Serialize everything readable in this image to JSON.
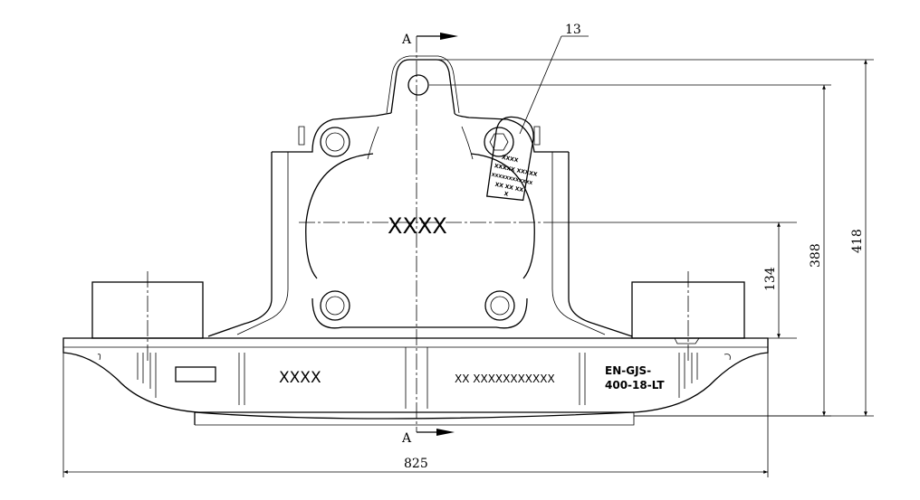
{
  "section": {
    "top_label": "A",
    "bottom_label": "A"
  },
  "callout": {
    "number": "13"
  },
  "body": {
    "center_mark": "XXXX"
  },
  "plate": {
    "line1": "XXXX",
    "line2": "XXXXX XXXXX",
    "line3": "XXXXXXXXXXXX",
    "line4": "XX XX XX",
    "line5": "X"
  },
  "base": {
    "left_text": "XXXX",
    "mid_text": "XX XXXXXXXXXXX",
    "material_line1": "EN-GJS-",
    "material_line2": "400-18-LT"
  },
  "dimensions": {
    "width": "825",
    "height_134": "134",
    "height_388": "388",
    "height_418": "418"
  }
}
